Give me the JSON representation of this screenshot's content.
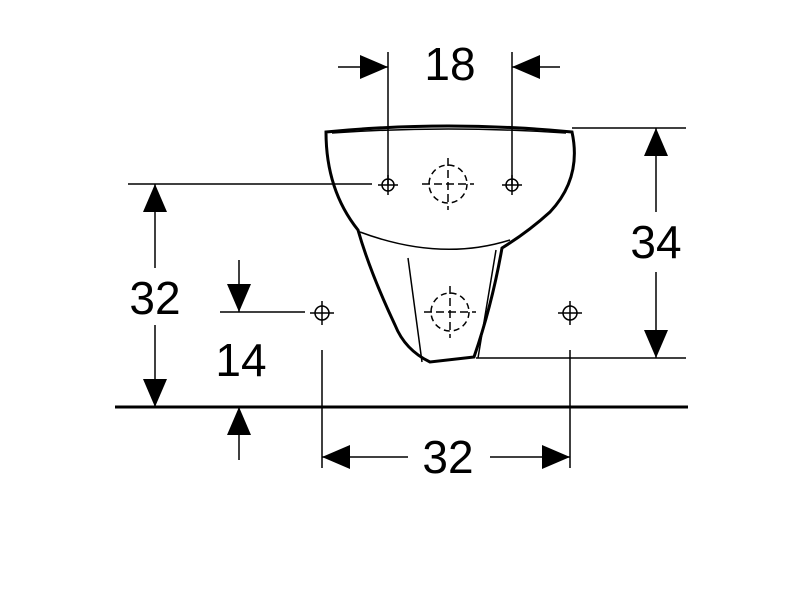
{
  "diagram": {
    "dimensions": {
      "bracket_spacing": "18",
      "height_top_bracket": "32",
      "drain_height": "14",
      "bowl_height": "34",
      "bottom_spacing": "32"
    }
  }
}
